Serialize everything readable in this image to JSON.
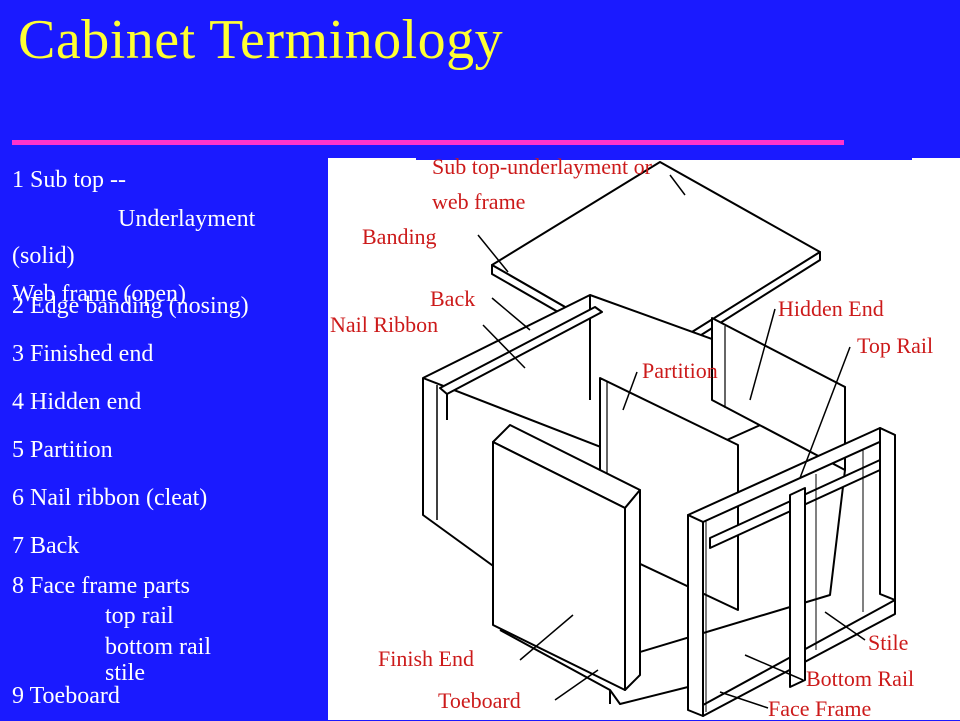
{
  "slide": {
    "title": "Cabinet Terminology",
    "colors": {
      "background": "#1a1aff",
      "title": "#ffff33",
      "rule": "#ff33cc",
      "callout": "#cc1a1a"
    }
  },
  "list": {
    "item1_line1": "1 Sub top --",
    "item1_line2": "Underlayment",
    "item1_line3": "(solid)",
    "item1_line4": "Web frame (open)",
    "item2": "2 Edge banding (nosing)",
    "item3": "3 Finished end",
    "item4": "4 Hidden end",
    "item5": "5 Partition",
    "item6": "6 Nail ribbon (cleat)",
    "item7": "7 Back",
    "item8": "8 Face frame parts",
    "item8_sub1": "top rail",
    "item8_sub2": "bottom rail",
    "item8_sub3": "stile",
    "item9": "9 Toeboard"
  },
  "diagram": {
    "labels": {
      "subtop_line1": "Sub top-underlayment  or",
      "subtop_line2": "web frame",
      "banding": "Banding",
      "back": "Back",
      "nail_ribbon": "Nail Ribbon",
      "hidden_end": "Hidden End",
      "top_rail": "Top Rail",
      "partition": "Partition",
      "stile": "Stile",
      "finish_end": "Finish End",
      "bottom_rail": "Bottom Rail",
      "toeboard": "Toeboard",
      "face_frame": "Face Frame"
    }
  }
}
